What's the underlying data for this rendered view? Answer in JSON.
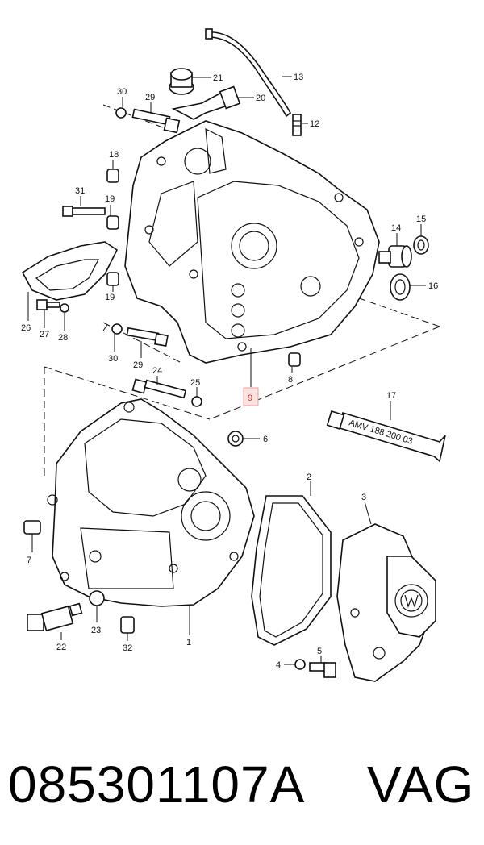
{
  "diagram": {
    "callouts": [
      {
        "id": "c1",
        "text": "1"
      },
      {
        "id": "c2",
        "text": "2"
      },
      {
        "id": "c3",
        "text": "3"
      },
      {
        "id": "c4",
        "text": "4"
      },
      {
        "id": "c5",
        "text": "5"
      },
      {
        "id": "c6",
        "text": "6"
      },
      {
        "id": "c7",
        "text": "7"
      },
      {
        "id": "c8",
        "text": "8"
      },
      {
        "id": "c9",
        "text": "9",
        "highlighted": true
      },
      {
        "id": "c12",
        "text": "12"
      },
      {
        "id": "c13",
        "text": "13"
      },
      {
        "id": "c14",
        "text": "14"
      },
      {
        "id": "c15",
        "text": "15"
      },
      {
        "id": "c16",
        "text": "16"
      },
      {
        "id": "c17",
        "text": "17"
      },
      {
        "id": "c18",
        "text": "18"
      },
      {
        "id": "c19a",
        "text": "19"
      },
      {
        "id": "c19b",
        "text": "19"
      },
      {
        "id": "c20",
        "text": "20"
      },
      {
        "id": "c21",
        "text": "21"
      },
      {
        "id": "c22",
        "text": "22"
      },
      {
        "id": "c23",
        "text": "23"
      },
      {
        "id": "c24",
        "text": "24"
      },
      {
        "id": "c25",
        "text": "25"
      },
      {
        "id": "c26",
        "text": "26"
      },
      {
        "id": "c27",
        "text": "27"
      },
      {
        "id": "c28",
        "text": "28"
      },
      {
        "id": "c29a",
        "text": "29"
      },
      {
        "id": "c29b",
        "text": "29"
      },
      {
        "id": "c30a",
        "text": "30"
      },
      {
        "id": "c30b",
        "text": "30"
      },
      {
        "id": "c31",
        "text": "31"
      },
      {
        "id": "c32",
        "text": "32"
      }
    ],
    "tube_label": "AMV 188 200 03",
    "highlight_color": "#fde2e2",
    "highlight_text_color": "#c0392b"
  },
  "footer": {
    "part_number": "085301107A",
    "brand": "VAG"
  }
}
